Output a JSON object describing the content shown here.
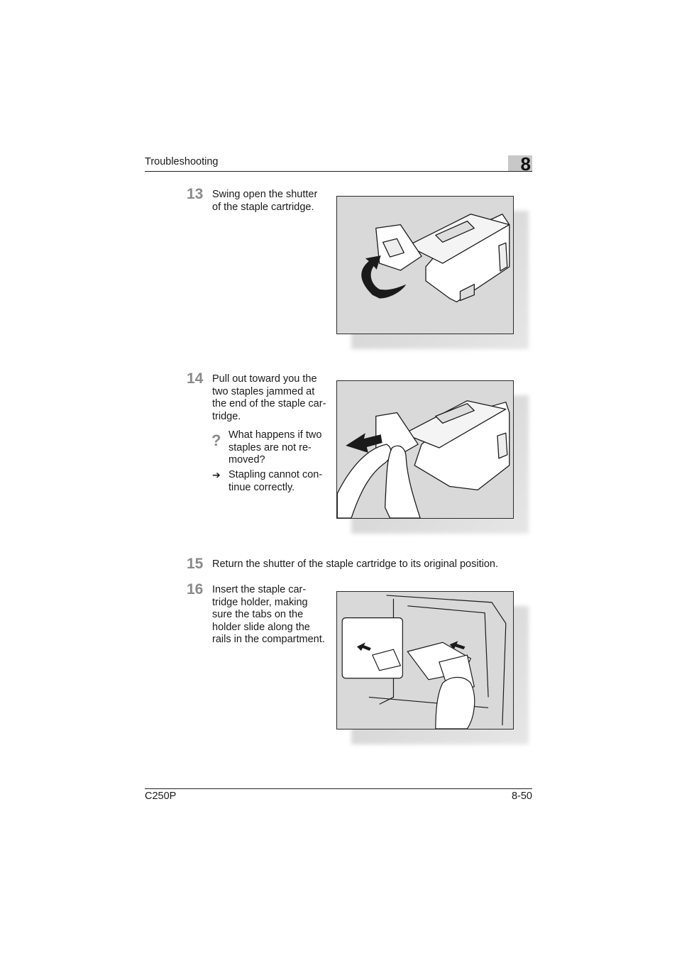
{
  "header": {
    "section": "Troubleshooting",
    "chapter": "8"
  },
  "steps": [
    {
      "number": "13",
      "lines": [
        "Swing open the shutter",
        "of the staple cartridge."
      ]
    },
    {
      "number": "14",
      "lines": [
        "Pull out toward you the",
        "two staples jammed at",
        "the end of the staple car-",
        "tridge."
      ]
    },
    {
      "number": "15",
      "lines": [
        "Return the shutter of the staple cartridge to its original position."
      ]
    },
    {
      "number": "16",
      "lines": [
        "Insert the staple car-",
        "tridge holder, making",
        "sure the tabs on the",
        "holder slide along the",
        "rails in the compartment."
      ]
    }
  ],
  "qa": {
    "question_icon": "question-mark-icon",
    "question_lines": [
      "What happens if two",
      "staples are not re-",
      "moved?"
    ],
    "answer_icon": "right-arrow-icon",
    "answer_lines": [
      "Stapling cannot con-",
      "tinue correctly."
    ]
  },
  "footer": {
    "model": "C250P",
    "page": "8-50"
  }
}
